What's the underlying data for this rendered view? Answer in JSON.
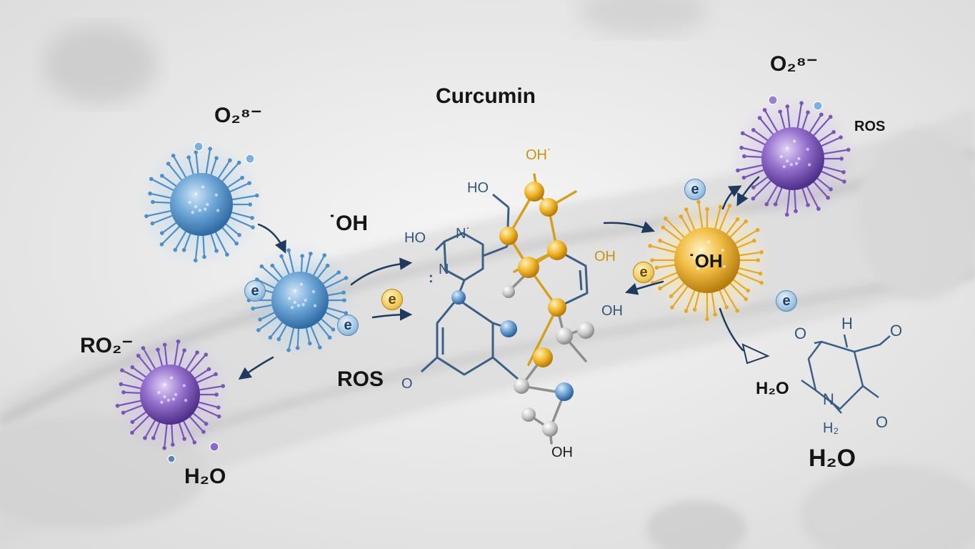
{
  "labels": {
    "curcumin": "Curcumin",
    "o2_left": "O₂⁸⁻",
    "o2_right": "O₂⁸⁻",
    "oh_left": "˙OH",
    "oh_right": "˙OH",
    "ro2": "RO₂⁻",
    "h2o_left": "H₂O",
    "ros_center": "ROS",
    "ros_right": "ROS",
    "h2o_right_small": "H₂O",
    "h2o_right_big": "H₂O",
    "electron": "e"
  },
  "molecule_atoms": {
    "oh_top": "OH˙",
    "ho_upper": "HO",
    "ho_left": "HO",
    "n_top": "N˙",
    "n_bottom": "N",
    "dots": ":",
    "oh_right_upper": "OH",
    "oh_right_lower": "OH",
    "o_bottom_left": "O",
    "oh_bottom": "OH"
  },
  "pyridine_atoms": {
    "o_left": "O",
    "h_top": "H",
    "o_top_right": "O",
    "n_ring": "N",
    "h2": "H₂",
    "o_bottom_right": "O"
  },
  "colors": {
    "blue_particle": "#4f8fc6",
    "purple_particle": "#7a56b4",
    "gold_particle": "#e6a82a",
    "arrow": "#1f3a5c",
    "bond_blue": "#3d5f86",
    "bond_gold": "#d4a020"
  }
}
